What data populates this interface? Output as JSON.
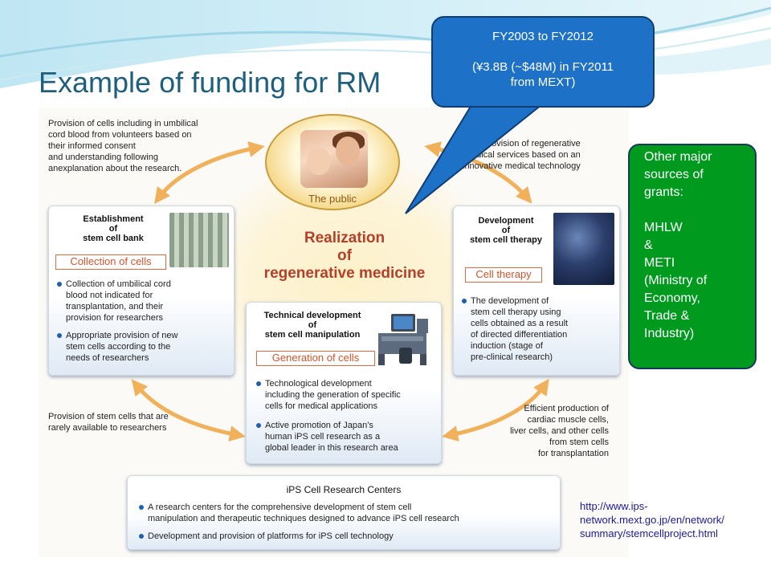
{
  "slide": {
    "title": "Example of funding for RM"
  },
  "callout": {
    "line1": "FY2003 to FY2012",
    "line2": "(¥3.8B (~$48M) in FY2011",
    "line3": "from MEXT)"
  },
  "diagram": {
    "public_label": "The public",
    "center_title": [
      "Realization",
      "of",
      "regenerative medicine"
    ],
    "notes": {
      "top_left": [
        "Provision of cells including in umbilical",
        "cord blood from volunteers based on",
        "their informed consent",
        "and understanding following",
        "anexplanation about the research."
      ],
      "top_right": [
        "Provision of regenerative",
        "medical services based on an",
        "innovative medical technology"
      ],
      "bottom_left": [
        "Provision of stem cells that are",
        "rarely available to researchers"
      ],
      "bottom_right": [
        "Efficient production of",
        "cardiac muscle cells,",
        "liver cells, and other cells",
        "from stem cells",
        "for transplantation"
      ]
    },
    "cards": {
      "stem_cell_bank": {
        "title": [
          "Establishment",
          "of",
          "stem cell bank"
        ],
        "tag": "Collection of cells",
        "bullets": [
          [
            "Collection of umbilical cord",
            "blood not indicated for",
            "transplantation, and their",
            "provision for researchers"
          ],
          [
            "Appropriate provision of new",
            "stem cells according to the",
            "needs of researchers"
          ]
        ]
      },
      "stem_cell_therapy": {
        "title": [
          "Development",
          "of",
          "stem cell therapy"
        ],
        "tag": "Cell therapy",
        "bullets": [
          [
            "The development of",
            "stem cell therapy using",
            "cells obtained as a result",
            "of directed differentiation",
            "induction (stage of",
            "pre-clinical research)"
          ]
        ]
      },
      "manipulation": {
        "title": [
          "Technical development",
          "of",
          "stem cell manipulation"
        ],
        "tag": "Generation of cells",
        "bullets": [
          [
            "Technological development",
            "including the generation of specific",
            "cells for medical applications"
          ],
          [
            "Active promotion of Japan’s",
            "human iPS cell research as a",
            "global leader in this research area"
          ]
        ]
      }
    },
    "ips": {
      "title": "iPS Cell Research Centers",
      "bullets": [
        [
          "A research centers for the comprehensive development of stem cell",
          "manipulation and therapeutic techniques designed to advance iPS cell research"
        ],
        [
          "Development and provision of platforms for iPS cell technology"
        ]
      ]
    }
  },
  "grants": {
    "lines": [
      "Other major",
      "sources of",
      "grants:",
      "",
      "MHLW",
      "&",
      "METI",
      "(Ministry of",
      "Economy,",
      "Trade &",
      "Industry)"
    ]
  },
  "url": {
    "lines": [
      "http://www.ips-",
      "network.mext.go.jp/en/network/",
      "summary/stemcellproject.html"
    ]
  },
  "colors": {
    "title": "#1d5f7c",
    "callout_fill": "#1d71c7",
    "grants_fill": "#009a1f",
    "accent_orange": "#e06a3a",
    "arrow": "#f0b15a"
  }
}
